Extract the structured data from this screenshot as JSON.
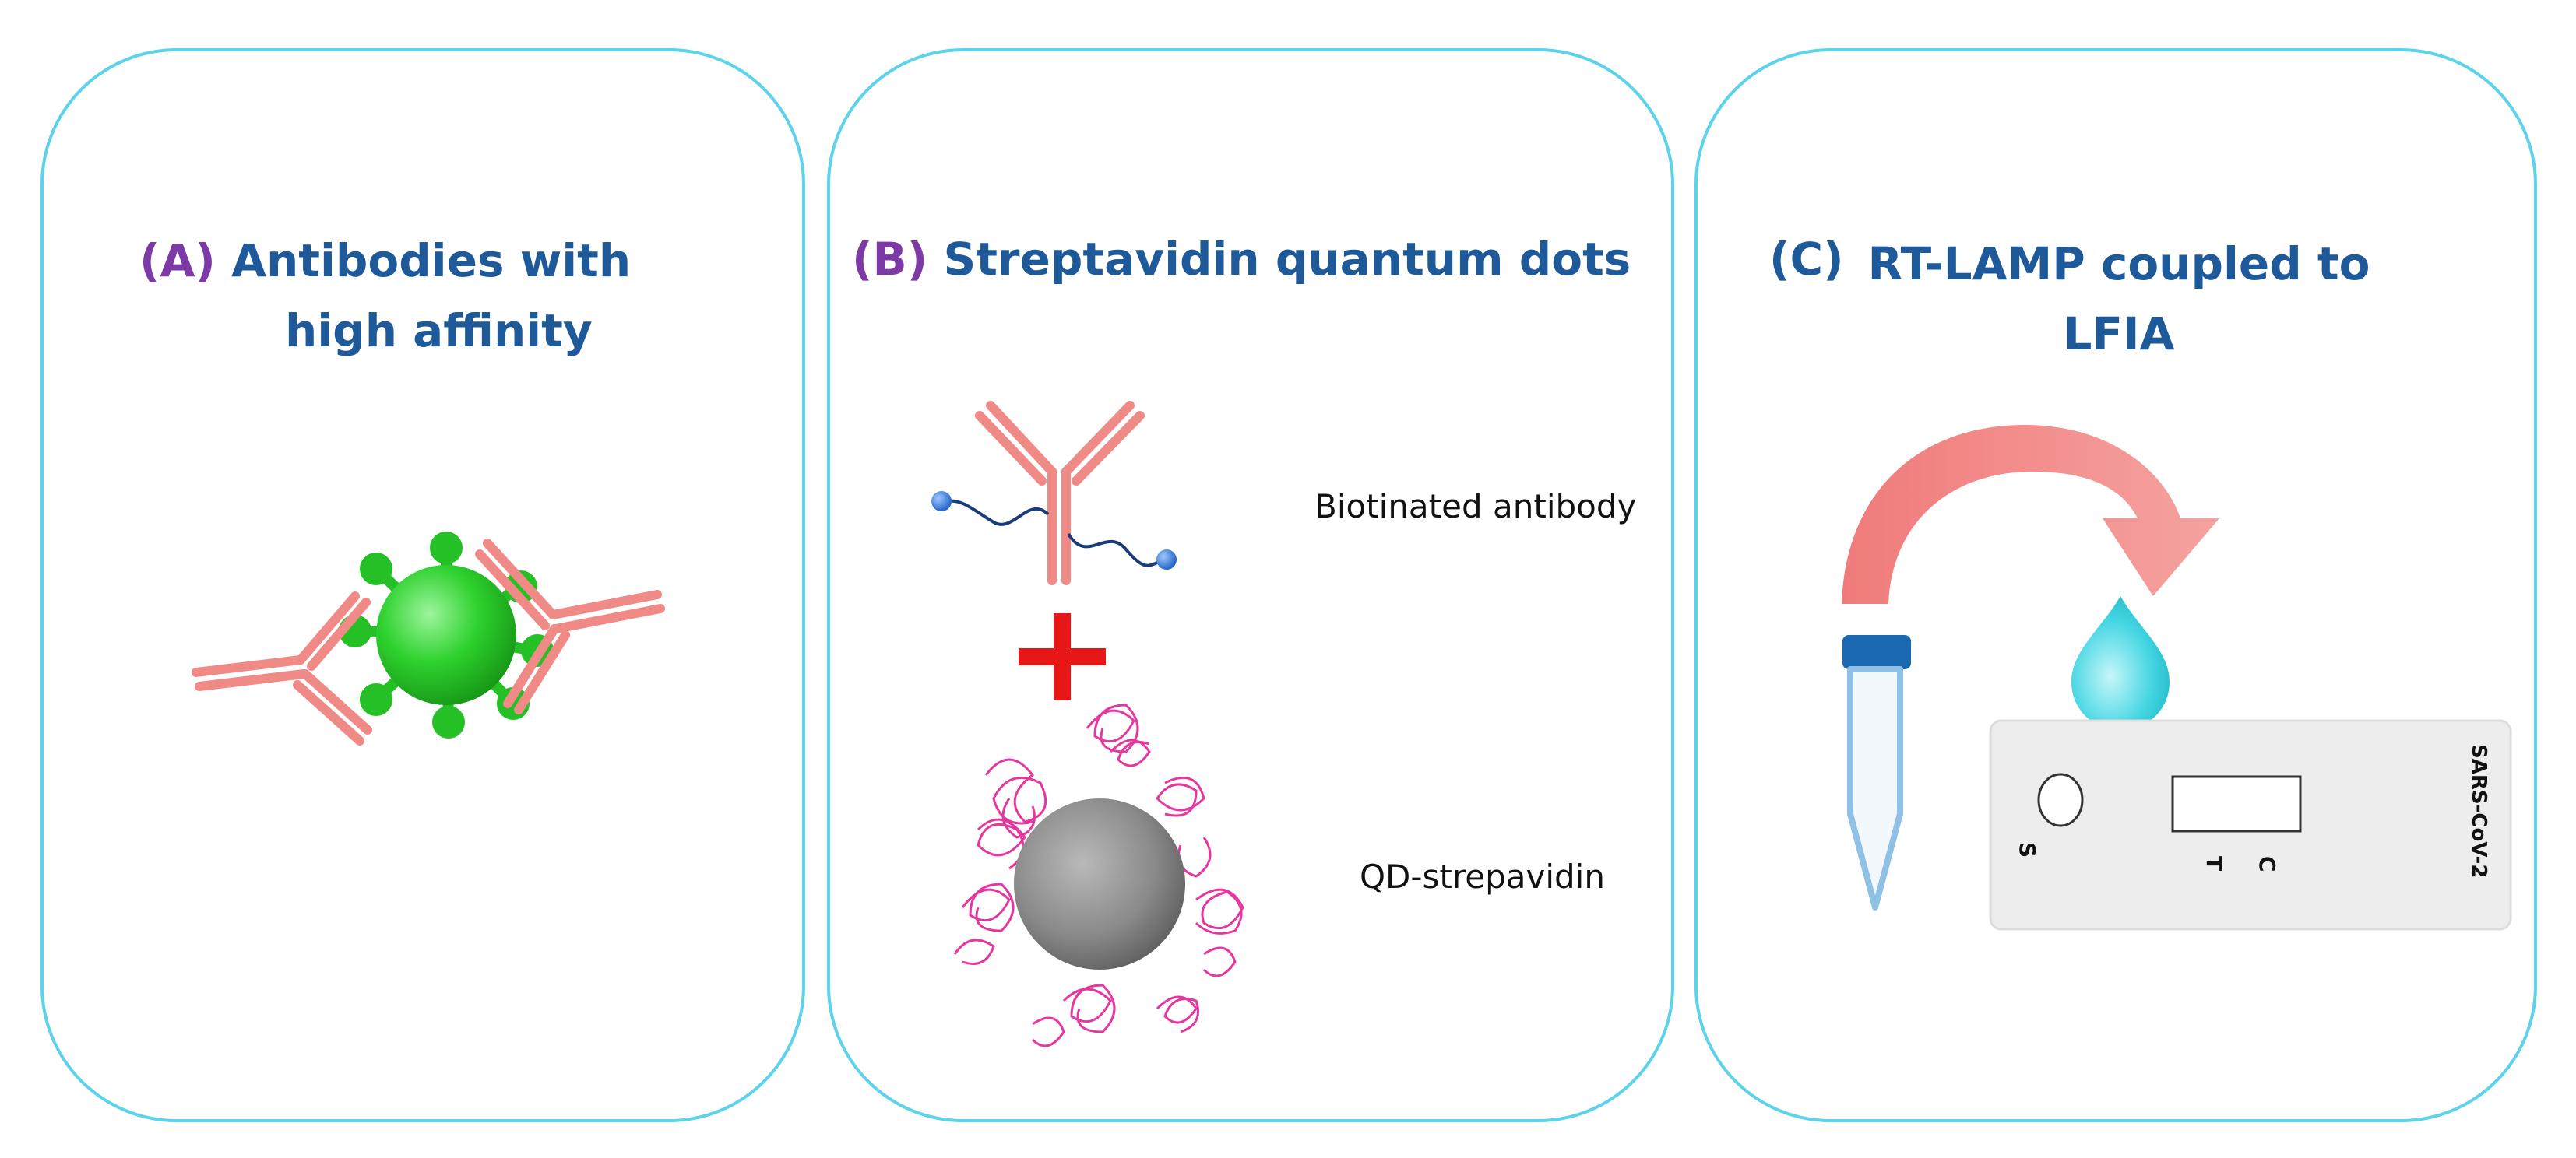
{
  "panels": [
    {
      "letter": "(A)",
      "title_line1": "Antibodies  with",
      "title_line2": "high affinity"
    },
    {
      "letter": "(B)",
      "title_line1": "Streptavidin quantum dots",
      "label_antibody": "Biotinated antibody",
      "label_qd": "QD-strepavidin"
    },
    {
      "letter": "(C)",
      "title_line1": "RT-LAMP coupled to",
      "title_line2": "LFIA",
      "strip_name": "SARS-CoV-2",
      "strip_s": "S",
      "strip_t": "T",
      "strip_c": "C"
    }
  ],
  "colors": {
    "panel_border": "#5cd3ea",
    "title_blue": "#1e5a99",
    "letter_purple": "#7d3aa6",
    "antibody": "#ef8a86",
    "virus": "#2ed12e",
    "plus": "#e81717",
    "quantum_dot": "#8a8a8a",
    "streptavidin": "#e5379e",
    "arrow": "#f07a7a",
    "drop": "#44d6e2",
    "tube_cap": "#1a68b0"
  }
}
